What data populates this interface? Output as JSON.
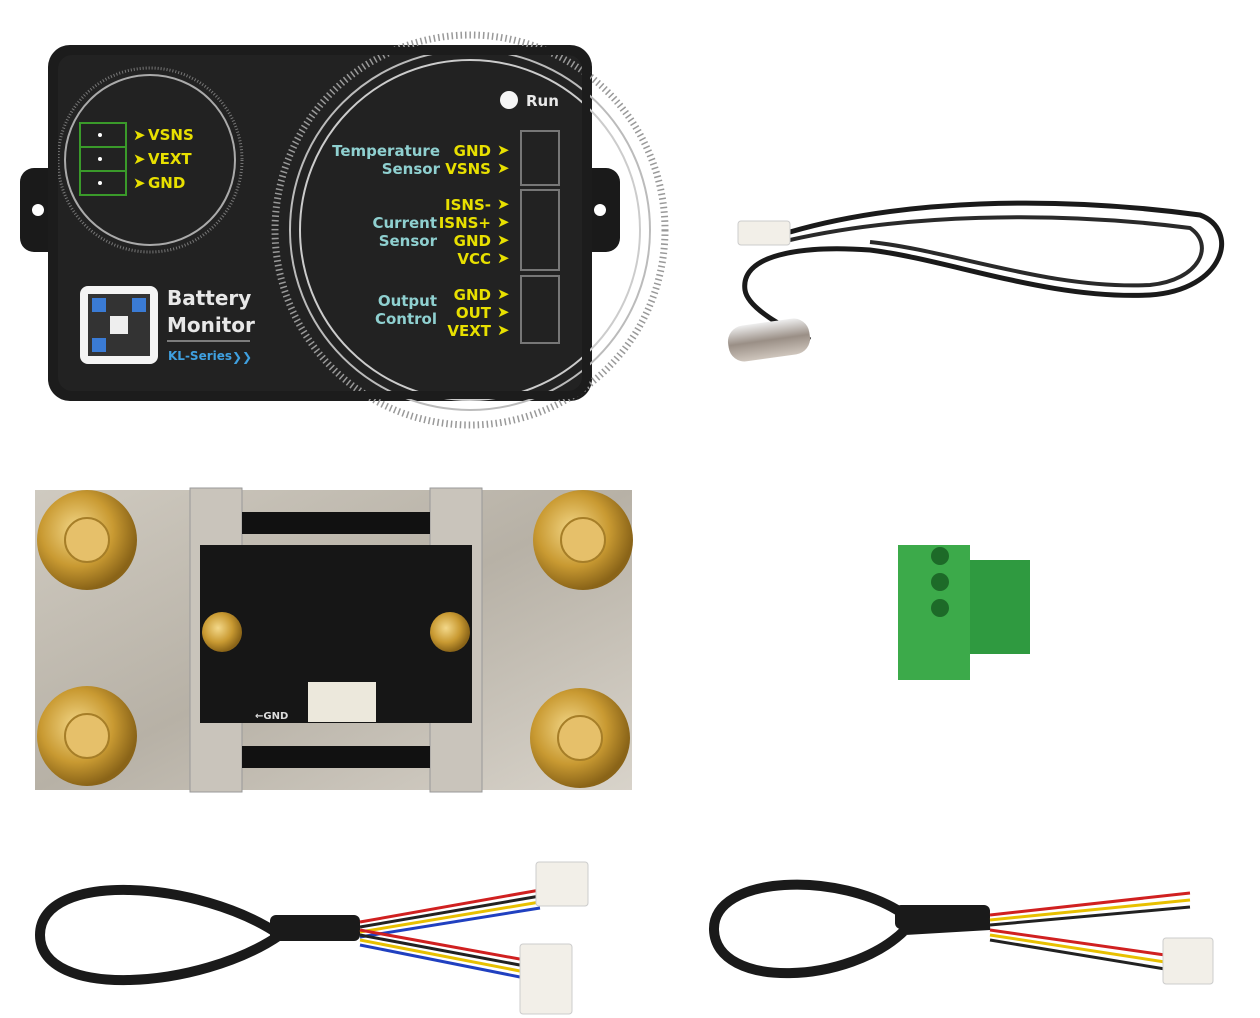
{
  "monitor": {
    "run_label": "Run",
    "left_pins": [
      "VSNS",
      "VEXT",
      "GND"
    ],
    "temperature_sensor": {
      "label_line1": "Temperature",
      "label_line2": "Sensor",
      "pins": [
        "GND",
        "VSNS"
      ]
    },
    "current_sensor": {
      "label_line1": "Current",
      "label_line2": "Sensor",
      "pins": [
        "ISNS-",
        "ISNS+",
        "GND",
        "VCC"
      ]
    },
    "output_control": {
      "label_line1": "Output",
      "label_line2": "Control",
      "pins": [
        "GND",
        "OUT",
        "VEXT"
      ]
    },
    "brand_line1": "Battery",
    "brand_line2": "Monitor",
    "series": "KL-Series",
    "series_arrow": "❯❯"
  },
  "shunt": {
    "pcb_label": "←GND"
  },
  "colors": {
    "pin_yellow": "#e8e000",
    "label_cyan": "#8fd0d0",
    "series_blue": "#3fa0e0",
    "terminal_green": "#3caa4a",
    "brass": "#d4a840"
  }
}
